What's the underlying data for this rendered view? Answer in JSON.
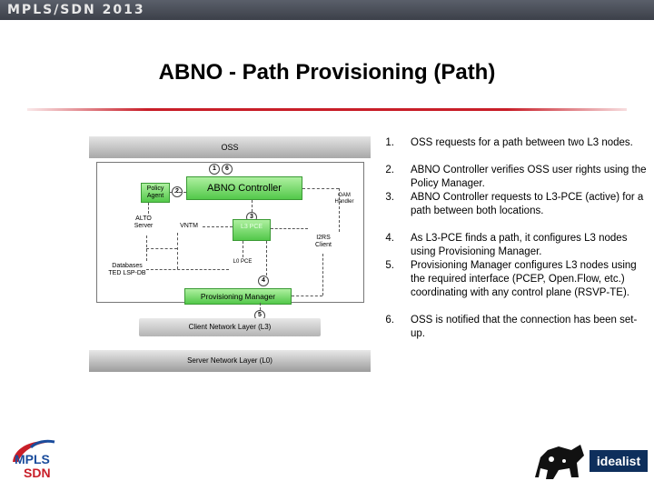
{
  "header": {
    "brand": "MPLS/SDN 2013"
  },
  "slide": {
    "title": "ABNO - Path Provisioning (Path)"
  },
  "diagram": {
    "oss": "OSS",
    "abno_controller": "ABNO Controller",
    "policy_agent": "Policy Agent",
    "alto_server": "ALTO Server",
    "vntm": "VNTM",
    "l3_pce": "L3 PCE",
    "oam_handler": "OAM Handler",
    "i2rs_client": "I2RS Client",
    "databases": "Databases TED LSP-DB",
    "l0_pce": "L0 PCE",
    "provisioning_manager": "Provisioning Manager",
    "client_layer": "Client Network Layer (L3)",
    "server_layer": "Server Network Layer (L0)",
    "badges": {
      "b1": "1",
      "b6": "6",
      "b2": "2",
      "b3": "3",
      "b4": "4",
      "b5": "5"
    }
  },
  "steps": [
    {
      "num": "1.",
      "text": "OSS requests for a path between two L3 nodes."
    },
    {
      "num": "2.",
      "text": "ABNO Controller verifies OSS user rights using the Policy Manager."
    },
    {
      "num": "3.",
      "text": "ABNO Controller requests to L3-PCE (active) for a path between both locations."
    },
    {
      "num": "4.",
      "text": "As L3-PCE finds a path, it configures L3 nodes using Provisioning Manager."
    },
    {
      "num": "5.",
      "text": "Provisioning Manager configures L3 nodes using the required interface (PCEP, Open.Flow, etc.) coordinating with any control plane (RSVP-TE)."
    },
    {
      "num": "6.",
      "text": "OSS is notified that the connection has been set-up."
    }
  ],
  "logos": {
    "mpls_line1": "MPLS",
    "mpls_line2": "SDN",
    "idealist": "idealist"
  },
  "colors": {
    "accent_red": "#c81e28",
    "node_green": "#53c84a",
    "mpls_blue": "#1a4c9c"
  }
}
